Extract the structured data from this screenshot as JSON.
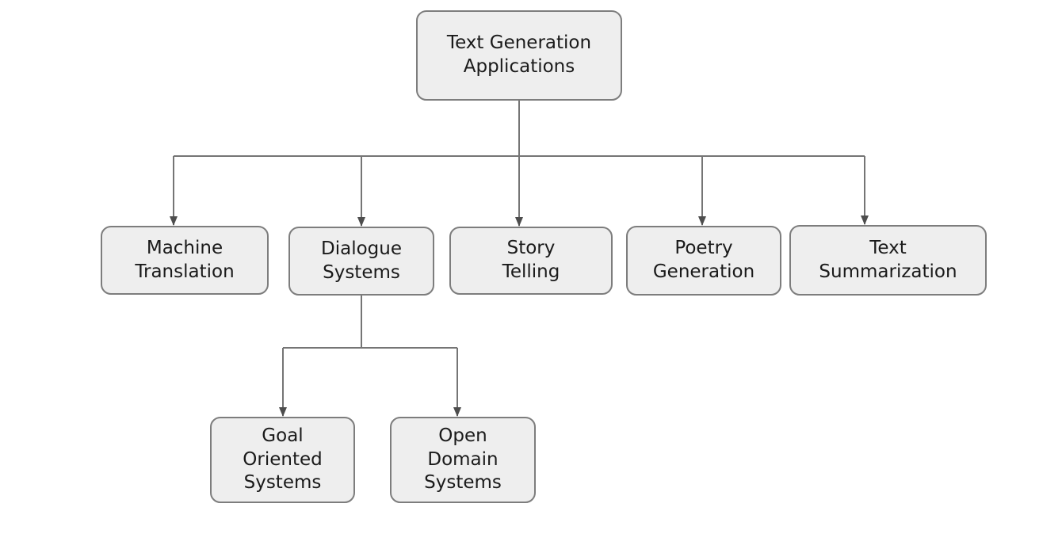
{
  "styles": {
    "background": "#ffffff",
    "node_fill": "#eeeeee",
    "node_border": "#7d7d7d",
    "connector_color": "#757575",
    "arrowhead_color": "#4d4d4d",
    "text_color": "#1a1a1a"
  },
  "diagram": {
    "type": "tree-flowchart",
    "root": {
      "id": "text-generation-applications",
      "label": "Text Generation\nApplications"
    },
    "level1": [
      {
        "id": "machine-translation",
        "label": "Machine\nTranslation"
      },
      {
        "id": "dialogue-systems",
        "label": "Dialogue\nSystems"
      },
      {
        "id": "story-telling",
        "label": "Story\nTelling"
      },
      {
        "id": "poetry-generation",
        "label": "Poetry\nGeneration"
      },
      {
        "id": "text-summarization",
        "label": "Text\nSummarization"
      }
    ],
    "dialogue_children": [
      {
        "id": "goal-oriented-systems",
        "label": "Goal\nOriented\nSystems"
      },
      {
        "id": "open-domain-systems",
        "label": "Open\nDomain\nSystems"
      }
    ]
  }
}
